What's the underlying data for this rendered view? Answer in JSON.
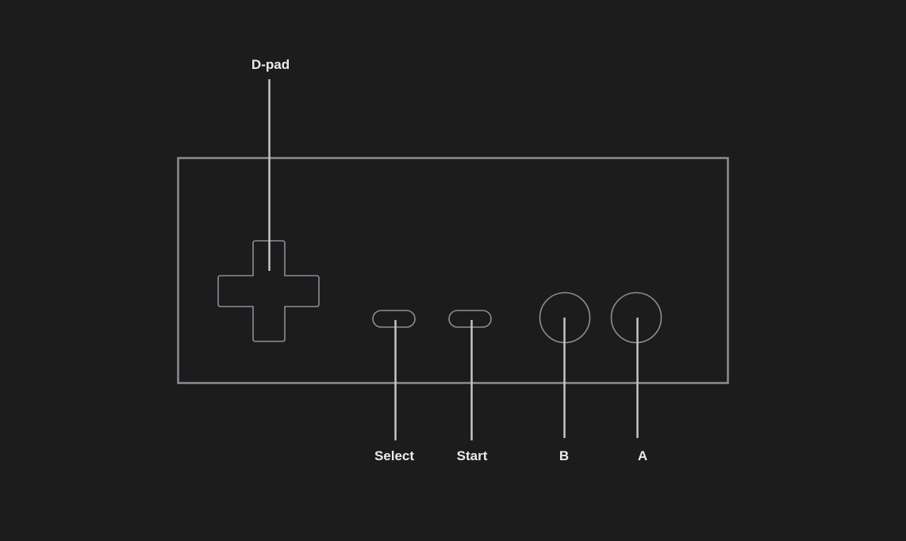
{
  "colors": {
    "background": "#1c1c1c",
    "outline": "#8a8e96",
    "leader_line": "#c4c4c4",
    "label_text": "#ebebeb"
  },
  "labels": {
    "dpad": "D-pad",
    "select": "Select",
    "start": "Start",
    "b": "B",
    "a": "A"
  },
  "icons": {
    "dpad": "cross-shape",
    "select": "pill-shape",
    "start": "pill-shape",
    "b": "circle",
    "a": "circle"
  }
}
